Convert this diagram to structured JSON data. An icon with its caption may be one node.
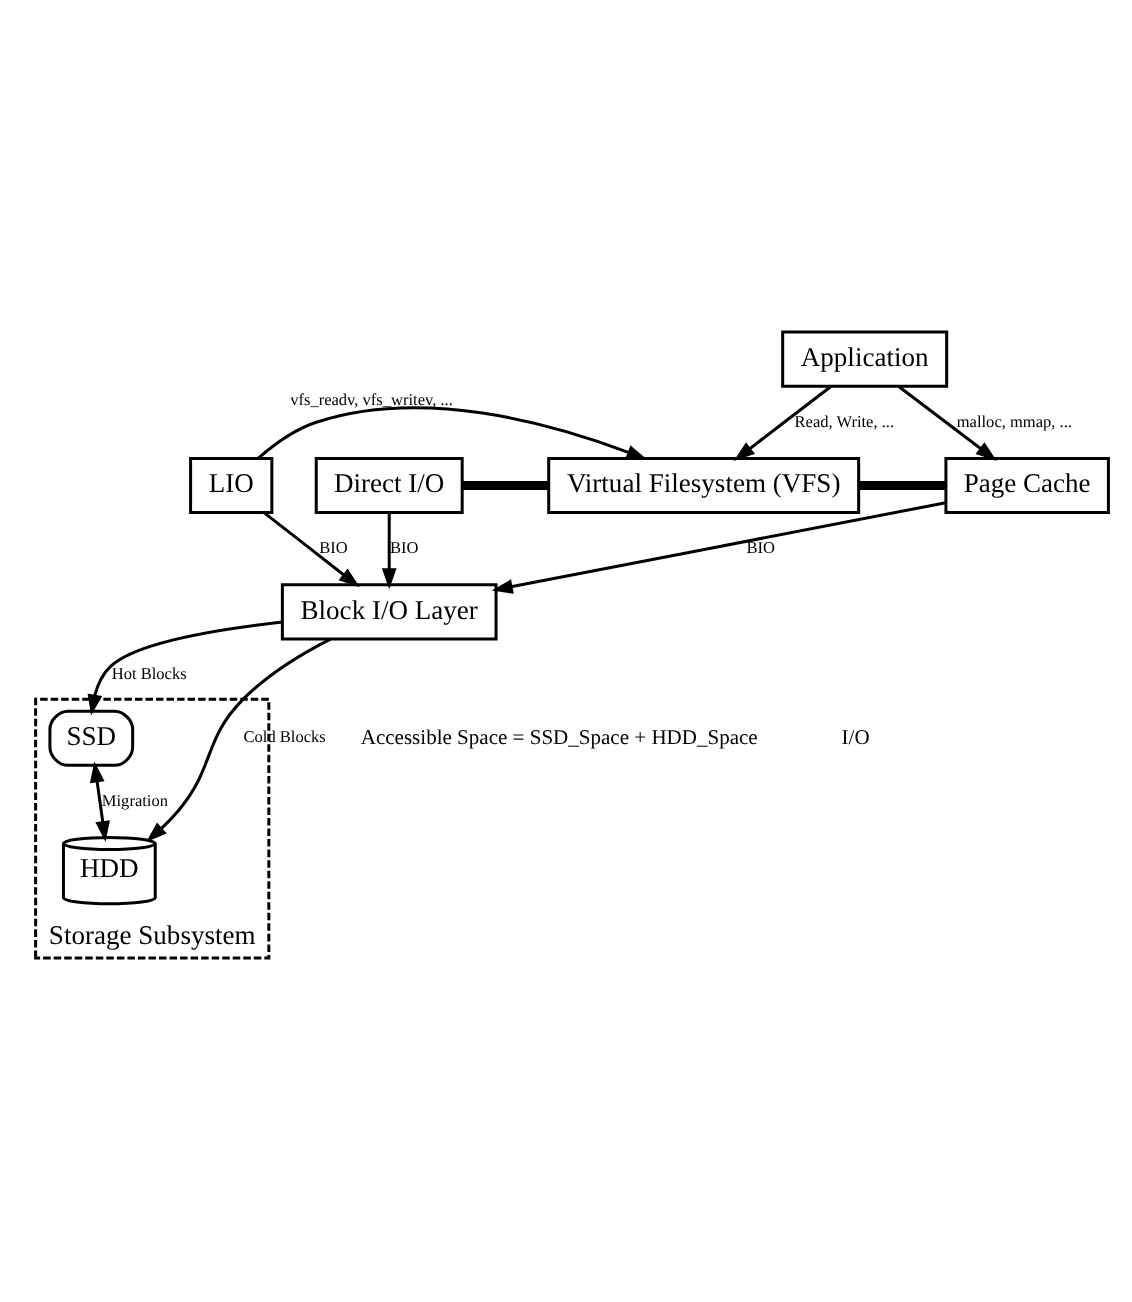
{
  "diagram": {
    "nodes": [
      {
        "text": [
          "Application"
        ]
      },
      {
        "text": [
          "LIO"
        ]
      },
      {
        "text": [
          "Direct I/O"
        ]
      },
      {
        "text": [
          "Virtual Filesystem (VFS)"
        ]
      },
      {
        "text": [
          "Page Cache"
        ]
      },
      {
        "text": [
          "Block I/O Layer"
        ]
      },
      {
        "text": [
          "Storage Subsystem"
        ]
      },
      {
        "text": [
          "SSD"
        ],
        "in": 6
      },
      {
        "text": [
          "HDD"
        ],
        "in": 6
      }
    ],
    "edges": [
      {
        "from": 0,
        "to": 3,
        "arrow": "to",
        "label": "Read, Write, ..."
      },
      {
        "from": 0,
        "to": 4,
        "arrow": "to",
        "label": "malloc, mmap, ..."
      },
      {
        "from": 1,
        "to": 3,
        "arrow": "to",
        "label": "vfs_readv, vfs_writev, ..."
      },
      {
        "from": 2,
        "to": 3,
        "arrow": "none",
        "style": "thick"
      },
      {
        "from": 3,
        "to": 4,
        "arrow": "none",
        "style": "thick"
      },
      {
        "from": 1,
        "to": 5,
        "arrow": "to",
        "label": "BIO"
      },
      {
        "from": 2,
        "to": 5,
        "arrow": "to",
        "label": "BIO"
      },
      {
        "from": 4,
        "to": 5,
        "arrow": "to",
        "label": "BIO"
      },
      {
        "from": 5,
        "to": 7,
        "arrow": "to",
        "label": "Hot Blocks"
      },
      {
        "from": 5,
        "to": 8,
        "arrow": "to",
        "label": "Cold Blocks"
      },
      {
        "from": 7,
        "to": 8,
        "arrow": "both",
        "label": "Migration"
      }
    ],
    "labels": [
      "Accessible Space = SSD_Space + HDD_Space",
      "I/O"
    ]
  }
}
